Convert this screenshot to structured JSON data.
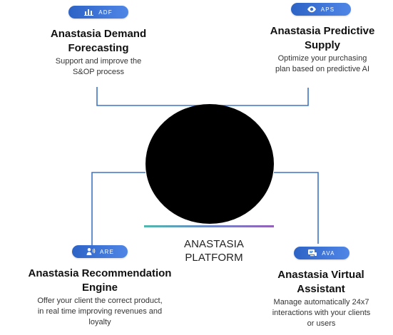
{
  "platform": {
    "label_line_1": "ANASTASIA",
    "label_line_2": "PLATFORM",
    "colors": {
      "connector": "#3f74c4",
      "badge": "#3b76da",
      "center_circle": "#000000",
      "gradient_left": "#51b7ad",
      "gradient_right": "#9560ba"
    }
  },
  "modules": [
    {
      "id": "ado",
      "badge": "ADF",
      "icon": "bar-chart-icon",
      "title_line_1": "Anastasia Demand",
      "title_line_2": "Forecasting",
      "description_line_1": "Support and improve the",
      "description_line_2": "S&OP process"
    },
    {
      "id": "aps",
      "badge": "APS",
      "icon": "eye-dot-icon",
      "title_line_1": "Anastasia Predictive",
      "title_line_2": "Supply",
      "description_line_1": "Optimize your purchasing",
      "description_line_2": "plan based on predictive AI"
    },
    {
      "id": "are",
      "badge": "ARE",
      "icon": "person-signal-icon",
      "title_line_1": "Anastasia Recommendation",
      "title_line_2": "Engine",
      "description_line_1": "Offer your client the correct product,",
      "description_line_2": "in real time improving revenues and",
      "description_line_3": "loyalty"
    },
    {
      "id": "ava",
      "badge": "AVA",
      "icon": "chat-monitor-icon",
      "title_line_1": "Anastasia Virtual",
      "title_line_2": "Assistant",
      "description_line_1": "Manage automatically 24x7",
      "description_line_2": "interactions with your clients",
      "description_line_3": "or users"
    }
  ]
}
